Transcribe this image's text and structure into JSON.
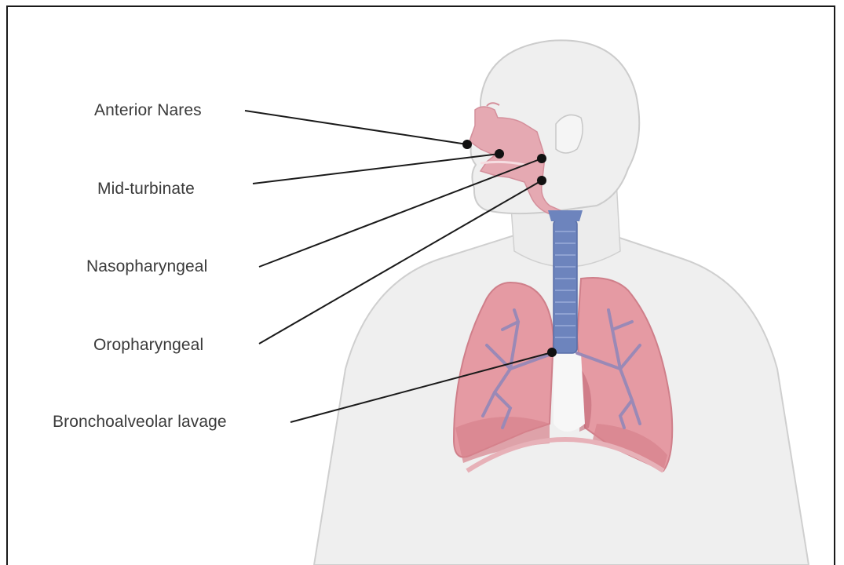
{
  "labels": {
    "anterior_nares": "Anterior Nares",
    "mid_turbinate": "Mid-turbinate",
    "nasopharyngeal": "Nasopharyngeal",
    "oropharyngeal": "Oropharyngeal",
    "bronchoalveolar_lavage": "Bronchoalveolar lavage"
  },
  "colors": {
    "body": "#efefef",
    "body_outline": "#c9c9c9",
    "airway_pink": "#e5a9b2",
    "lung": "#e59aa3",
    "lung_dark": "#d7818c",
    "bronchi": "#9a89b6",
    "trachea": "#6d84bd",
    "leader_line": "#1a1a1a"
  }
}
